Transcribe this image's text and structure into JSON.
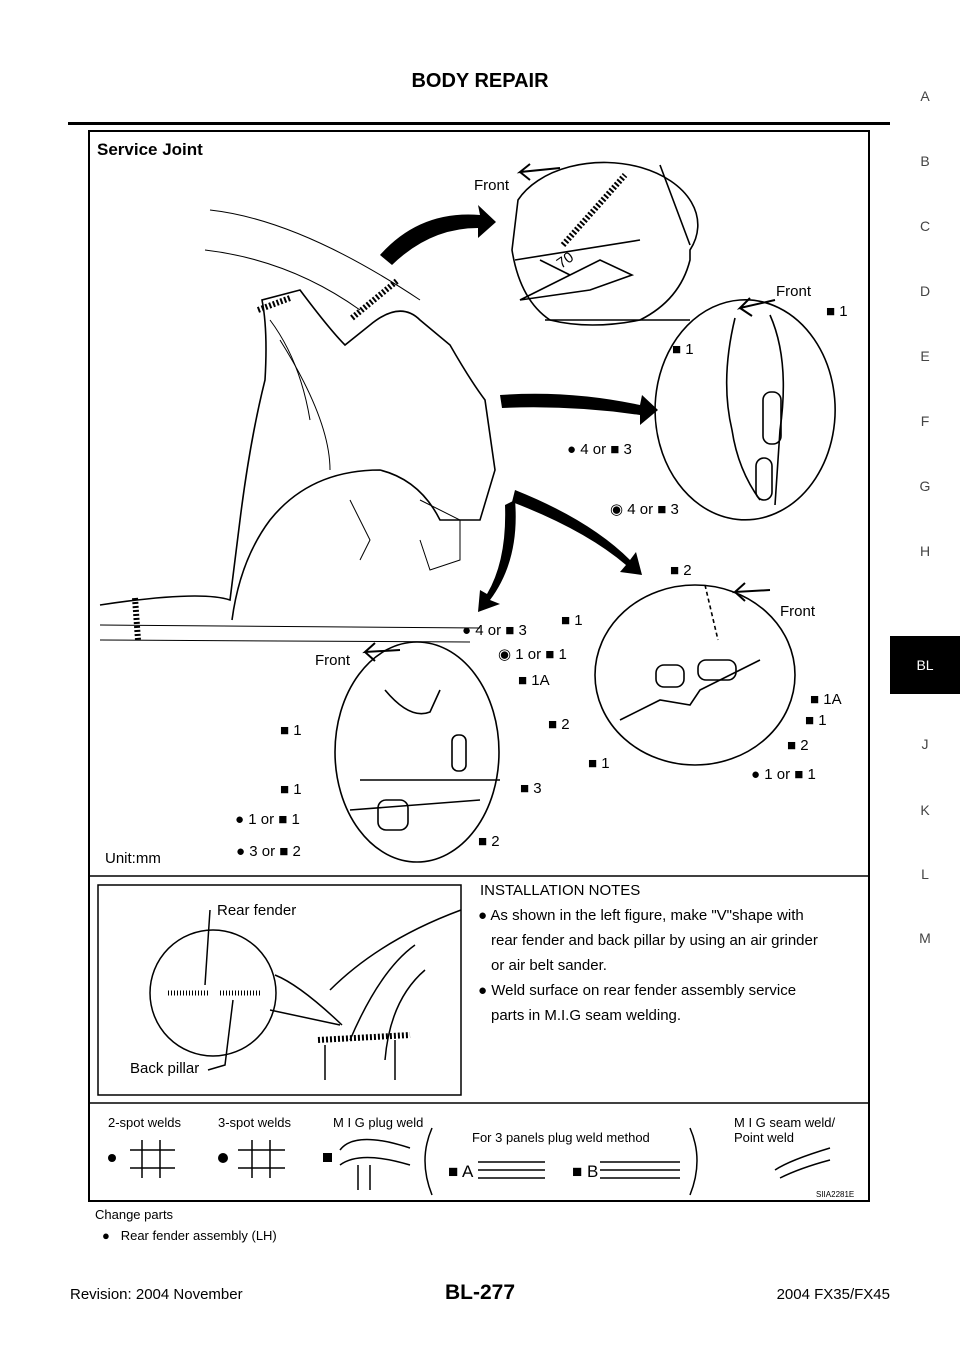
{
  "header": {
    "title": "BODY REPAIR"
  },
  "side_tabs": [
    "A",
    "B",
    "C",
    "D",
    "E",
    "F",
    "G",
    "H",
    "BL",
    "J",
    "K",
    "L",
    "M"
  ],
  "active_tab": "BL",
  "figure": {
    "title": "Service Joint",
    "unit": "Unit:mm",
    "front_label": "Front",
    "dimension": "70",
    "top_right_labels": [
      "■ 1",
      "■ 1",
      "● 4 or ■ 3",
      "◉ 4 or ■ 3"
    ],
    "lower_left_labels": [
      "● 4 or ■ 3",
      "◉ 1 or ■ 1",
      "■ 1A",
      "■ 1",
      "■ 1",
      "● 1 or ■ 1",
      "● 3 or ■ 2",
      "■ 3",
      "■ 2"
    ],
    "lower_right_labels": [
      "■ 2",
      "■ 1",
      "■ 1A",
      "■ 1",
      "■ 2",
      "■ 2",
      "■ 1",
      "● 1 or ■ 1"
    ],
    "figure_code": "SIIA2281E"
  },
  "inset": {
    "rear_fender": "Rear fender",
    "back_pillar": "Back pillar"
  },
  "installation_notes": {
    "title": "INSTALLATION NOTES",
    "items": [
      "As shown in the left figure, make \"V\"shape with",
      "rear fender and back pillar by using an air grinder",
      "or air belt sander.",
      "Weld surface on rear fender assembly service",
      "parts in M.I.G seam welding."
    ]
  },
  "legend": {
    "two_spot": "2-spot welds",
    "three_spot": "3-spot welds",
    "mig_plug": "M I G plug weld",
    "three_panels": "For 3 panels plug weld method",
    "mark_a": "■ A",
    "mark_b": "■ B",
    "mig_seam_1": "M I G seam weld/",
    "mig_seam_2": "Point weld"
  },
  "caption": {
    "change_parts": "Change parts",
    "part": "Rear fender assembly (LH)"
  },
  "footer": {
    "revision": "Revision: 2004 November",
    "page": "BL-277",
    "model": "2004 FX35/FX45"
  }
}
